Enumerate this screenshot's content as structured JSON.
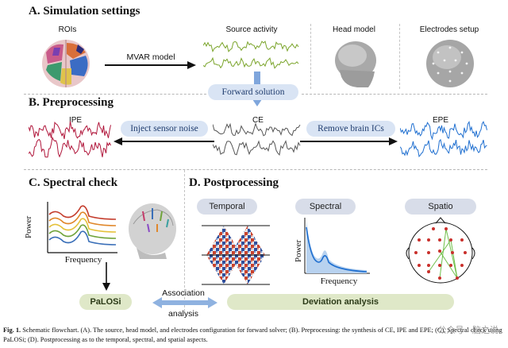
{
  "sections": {
    "a_title": "A. Simulation settings",
    "b_title": "B. Preprocessing",
    "c_title": "C. Spectral check",
    "d_title": "D. Postprocessing"
  },
  "simulation": {
    "rois": "ROIs",
    "source_activity": "Source activity",
    "head_model": "Head model",
    "electrodes_setup": "Electrodes setup",
    "mvar_model": "MVAR model",
    "forward_solution": "Forward solution"
  },
  "preprocessing": {
    "ipe": "IPE",
    "ce": "CE",
    "epe": "EPE",
    "inject_noise": "Inject sensor noise",
    "remove_ics": "Remove brain ICs"
  },
  "spectral_check": {
    "ylabel": "Power",
    "xlabel": "Frequency",
    "palosi": "PaLOSi"
  },
  "postprocessing": {
    "temporal": "Temporal",
    "spectral": "Spectral",
    "spatio": "Spatio",
    "ylabel": "Power",
    "xlabel": "Frequency",
    "association": "Association\nanalysis",
    "association_line1": "Association",
    "association_line2": "analysis",
    "deviation": "Deviation analysis"
  },
  "caption": {
    "fig_label": "Fig. 1.",
    "text": "Schematic flowchart. (A). The source, head model, and electrodes configuration for forward solver; (B). Preprocessing: the synthesis of CE, IPE and EPE; (C). Spectral check using PaLOSi; (D). Postprocessing as to the temporal, spectral, and spatial aspects."
  },
  "watermark": "公众号 · 脑之说",
  "colors": {
    "ipe_wave": "#b0153a",
    "epe_wave": "#1f6fd0",
    "ce_wave": "#555555",
    "source_wave": "#7aa42a",
    "pill_blue": "#d9e4f4",
    "pill_green": "#dfe8c8",
    "arrow_blue": "#7fa6dc"
  }
}
